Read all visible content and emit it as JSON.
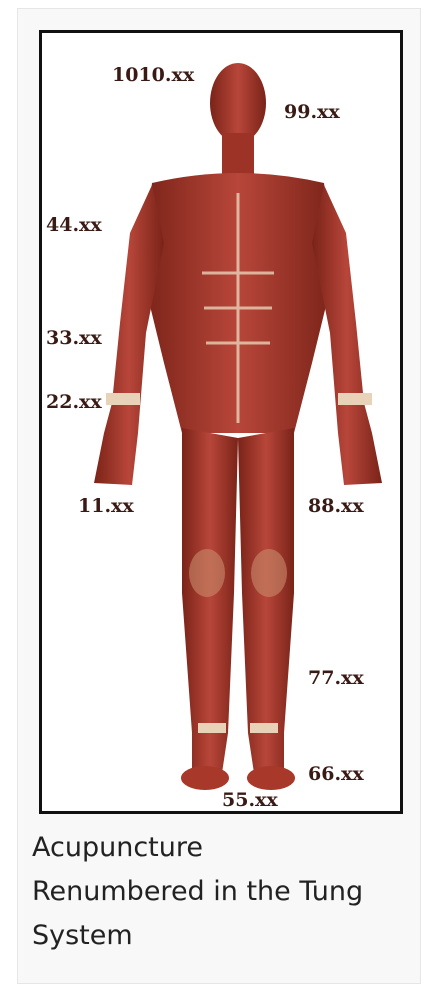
{
  "figure": {
    "labels": {
      "head": "1010.xx",
      "face": "99.xx",
      "upper_arm": "44.xx",
      "forearm": "33.xx",
      "hand": "22.xx",
      "fingers": "11.xx",
      "thigh": "88.xx",
      "lower_leg": "77.xx",
      "ankle": "66.xx",
      "foot": "55.xx"
    },
    "colors": {
      "muscle": "#a8382a",
      "muscle_dark": "#7a2318",
      "tendon": "#e8d2b8",
      "label": "#3a1a14",
      "frame": "#111111"
    }
  },
  "caption": {
    "line1": "Acupuncture",
    "line2": "Renumbered in the Tung",
    "line3": "System"
  }
}
